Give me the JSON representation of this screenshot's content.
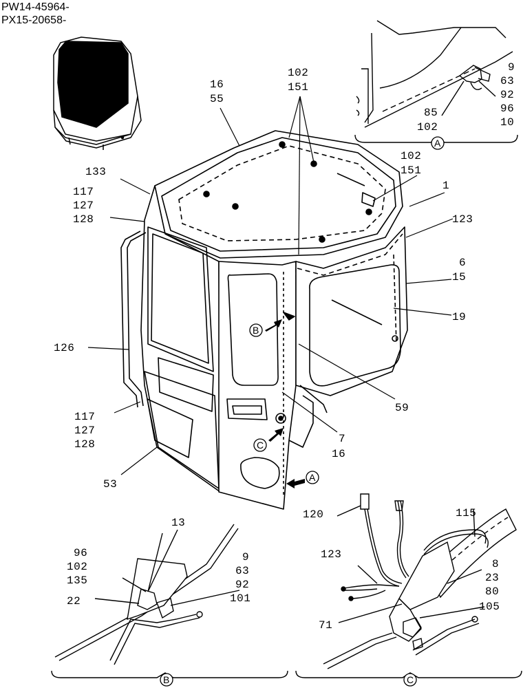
{
  "header": {
    "line1": "PW14-45964-",
    "line2": "PX15-20658-"
  },
  "main_callouts": {
    "c16_55": [
      "16",
      "55"
    ],
    "c102_151_top": [
      "102",
      "151"
    ],
    "c102_151_right": [
      "102",
      "151"
    ],
    "c1": "1",
    "c133": "133",
    "c117_127_128_upper": [
      "117",
      "127",
      "128"
    ],
    "c123": "123",
    "c6_15": [
      "6",
      "15"
    ],
    "c19": "19",
    "c126": "126",
    "c59": "59",
    "c117_127_128_lower": [
      "117",
      "127",
      "128"
    ],
    "c7_16": [
      "7",
      "16"
    ],
    "c53": "53"
  },
  "markers": {
    "a": "A",
    "b": "B",
    "c": "C"
  },
  "detail_a": {
    "list_right": [
      "9",
      "63",
      "92",
      "96",
      "10"
    ],
    "c85_102": [
      "85",
      "102"
    ],
    "caption": "A"
  },
  "detail_b": {
    "c13": "13",
    "list_left": [
      "96",
      "102",
      "135"
    ],
    "c22": "22",
    "list_right": [
      "9",
      "63",
      "92",
      "101"
    ],
    "caption": "B"
  },
  "detail_c": {
    "c115": "115",
    "c120": "120",
    "c123": "123",
    "list_right": [
      "8",
      "23",
      "80"
    ],
    "c105": "105",
    "c71": "71",
    "caption": "C"
  }
}
